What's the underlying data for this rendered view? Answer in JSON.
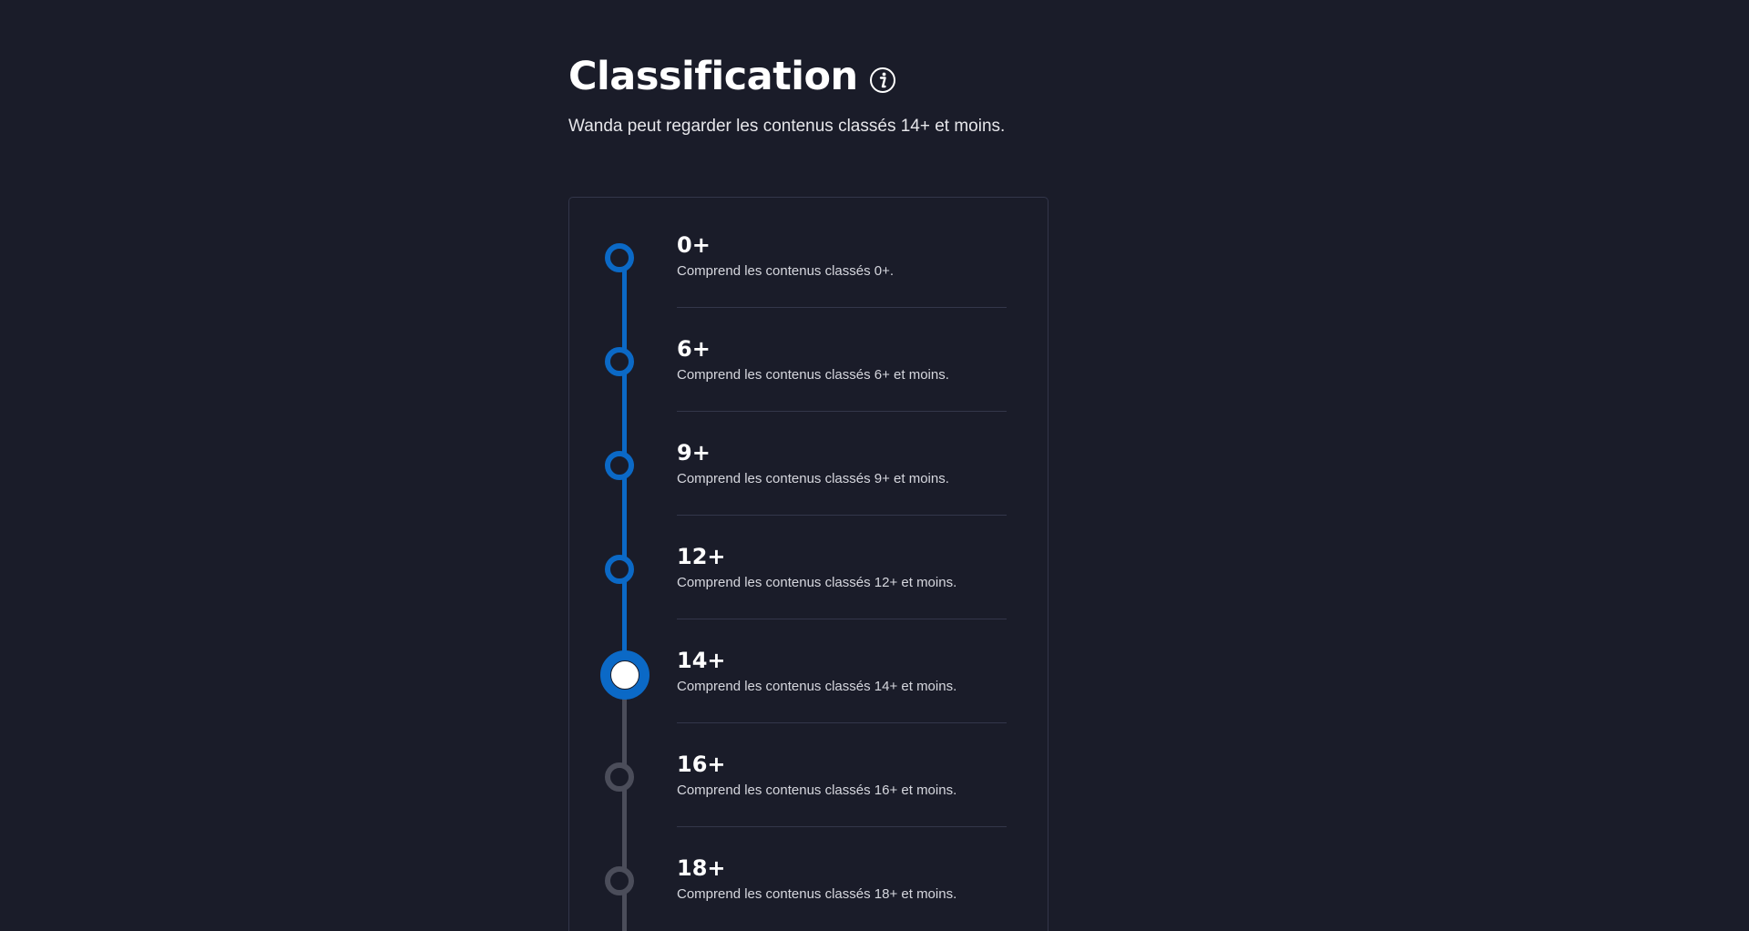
{
  "header": {
    "title": "Classification",
    "subtitle": "Wanda peut regarder les contenus classés 14+ et moins."
  },
  "icons": {
    "info": "info-icon"
  },
  "colors": {
    "background": "#1a1c29",
    "accent": "#0b69c6",
    "inactive": "#4b4d5a",
    "divider": "#33364a"
  },
  "ratings": {
    "selected": "14+",
    "items": [
      {
        "label": "0+",
        "description": "Comprend les contenus classés 0+."
      },
      {
        "label": "6+",
        "description": "Comprend les contenus classés 6+ et moins."
      },
      {
        "label": "9+",
        "description": "Comprend les contenus classés 9+ et moins."
      },
      {
        "label": "12+",
        "description": "Comprend les contenus classés 12+ et moins."
      },
      {
        "label": "14+",
        "description": "Comprend les contenus classés 14+ et moins."
      },
      {
        "label": "16+",
        "description": "Comprend les contenus classés 16+ et moins."
      },
      {
        "label": "18+",
        "description": "Comprend les contenus classés 18+ et moins."
      }
    ]
  }
}
